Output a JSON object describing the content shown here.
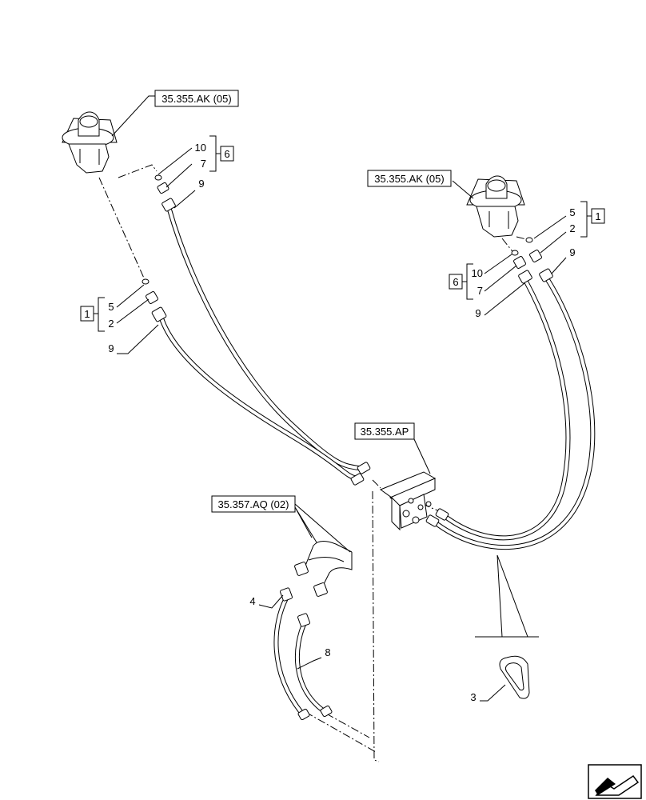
{
  "references": {
    "ak_left": "35.355.AK (05)",
    "ak_right": "35.355.AK (05)",
    "ap": "35.355.AP",
    "aq": "35.357.AQ (02)"
  },
  "groups": {
    "g6_left": "6",
    "g1_right": "1",
    "g6_right": "6",
    "g1_left": "1"
  },
  "callouts": {
    "c10_left": "10",
    "c7_left": "7",
    "c9_left_top": "9",
    "c5_right": "5",
    "c2_right": "2",
    "c10_right": "10",
    "c7_right": "7",
    "c9_right_top": "9",
    "c9_right_bottom": "9",
    "c5_left": "5",
    "c2_left": "2",
    "c9_left_bottom": "9",
    "c4": "4",
    "c8": "8",
    "c3": "3"
  },
  "icons": {
    "nav": "arrow-back-icon"
  }
}
